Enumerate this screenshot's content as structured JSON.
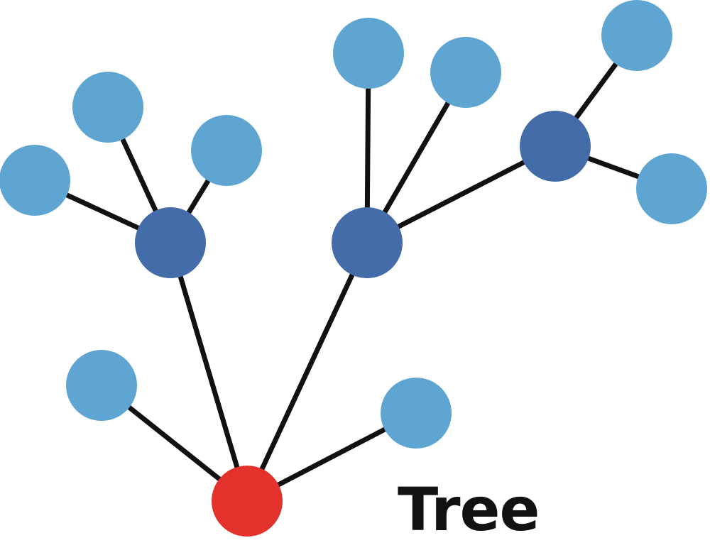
{
  "caption": "Tree",
  "colors": {
    "root": "#e3312b",
    "internal": "#436ca8",
    "leaf": "#5ea5d2",
    "edge": "#111111",
    "caption": "#111111"
  },
  "nodes": [
    {
      "id": "root",
      "kind": "root"
    },
    {
      "id": "hub-left",
      "kind": "internal"
    },
    {
      "id": "hub-center",
      "kind": "internal"
    },
    {
      "id": "hub-right",
      "kind": "internal"
    },
    {
      "id": "leaf-far-left",
      "kind": "leaf"
    },
    {
      "id": "leaf-upper-left",
      "kind": "leaf"
    },
    {
      "id": "leaf-left-right",
      "kind": "leaf"
    },
    {
      "id": "leaf-center-top",
      "kind": "leaf"
    },
    {
      "id": "leaf-center-right",
      "kind": "leaf"
    },
    {
      "id": "leaf-right-top",
      "kind": "leaf"
    },
    {
      "id": "leaf-right-lower",
      "kind": "leaf"
    },
    {
      "id": "leaf-bottom-left",
      "kind": "leaf"
    },
    {
      "id": "leaf-bottom-right",
      "kind": "leaf"
    }
  ],
  "edges": [
    [
      "root",
      "hub-left"
    ],
    [
      "root",
      "hub-center"
    ],
    [
      "root",
      "leaf-bottom-left"
    ],
    [
      "root",
      "leaf-bottom-right"
    ],
    [
      "hub-left",
      "leaf-far-left"
    ],
    [
      "hub-left",
      "leaf-upper-left"
    ],
    [
      "hub-left",
      "leaf-left-right"
    ],
    [
      "hub-center",
      "leaf-center-top"
    ],
    [
      "hub-center",
      "leaf-center-right"
    ],
    [
      "hub-center",
      "hub-right"
    ],
    [
      "hub-right",
      "leaf-right-top"
    ],
    [
      "hub-right",
      "leaf-right-lower"
    ]
  ]
}
